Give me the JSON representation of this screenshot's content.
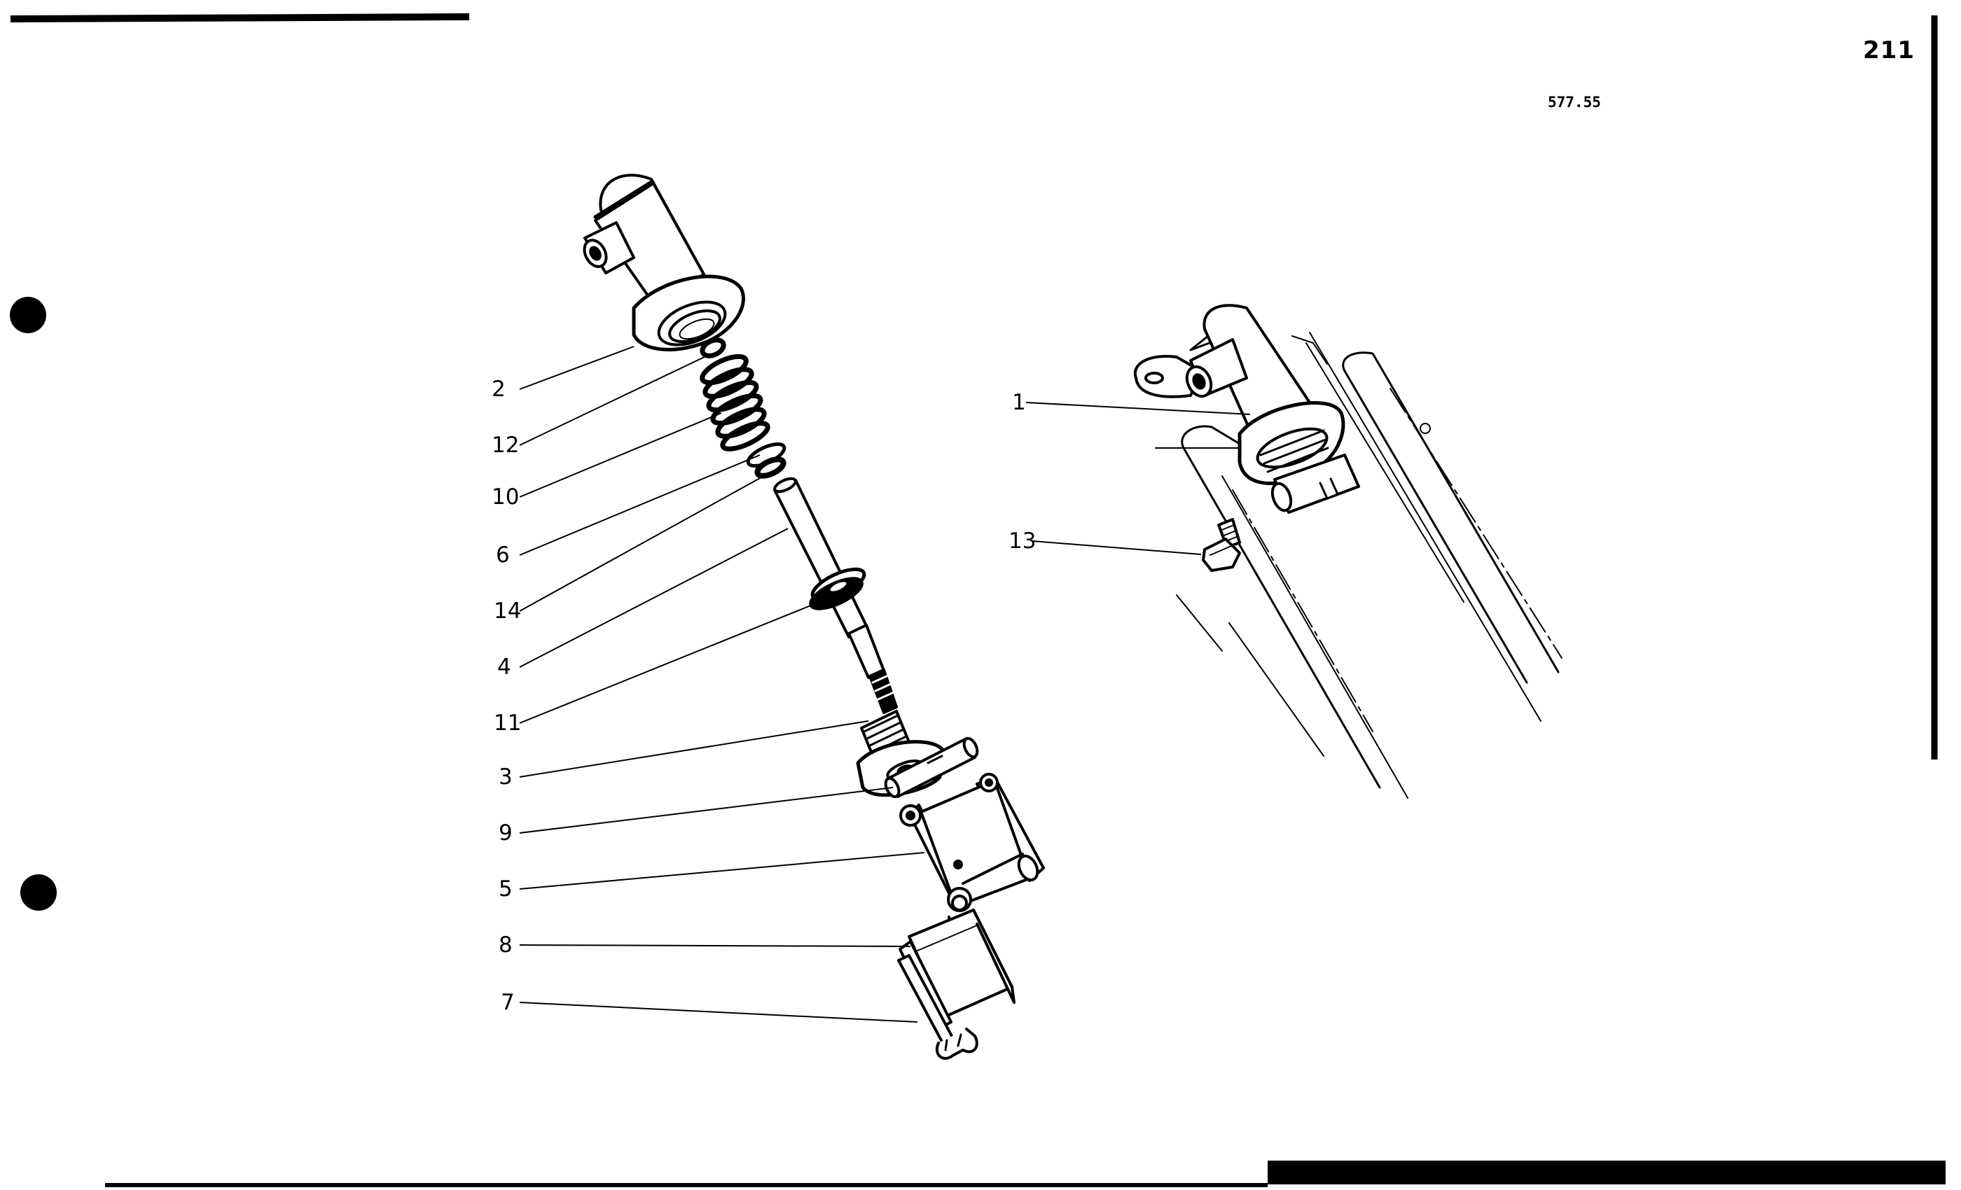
{
  "page": {
    "number": "211",
    "figure_code": "577.55"
  },
  "callouts": [
    {
      "label": "2"
    },
    {
      "label": "12"
    },
    {
      "label": "10"
    },
    {
      "label": "6"
    },
    {
      "label": "14"
    },
    {
      "label": "4"
    },
    {
      "label": "11"
    },
    {
      "label": "3"
    },
    {
      "label": "9"
    },
    {
      "label": "5"
    },
    {
      "label": "8"
    },
    {
      "label": "7"
    },
    {
      "label": "1"
    },
    {
      "label": "13"
    }
  ],
  "colors": {
    "ink": "#000000",
    "paper": "#ffffff"
  },
  "icons": {
    "binder_holes": "binder-hole-icon"
  }
}
